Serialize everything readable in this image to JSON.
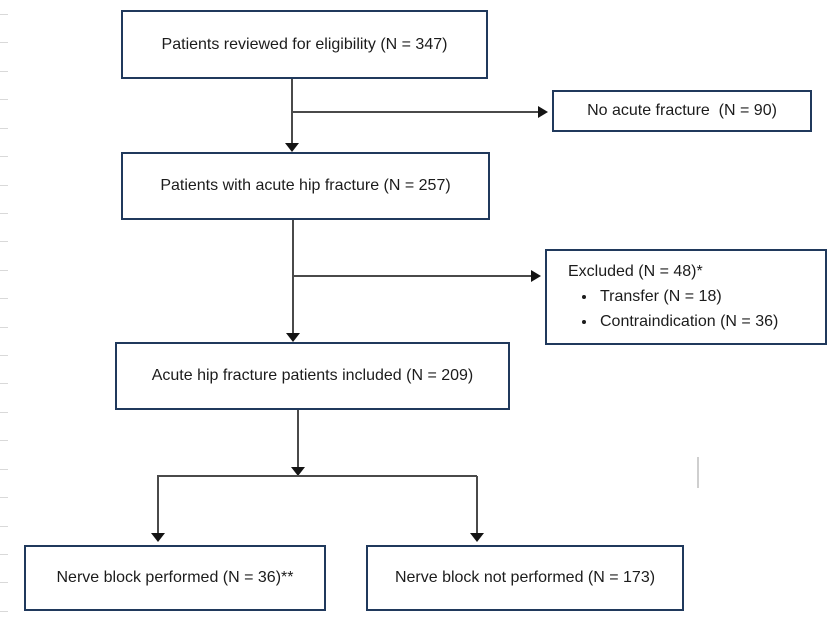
{
  "diagram": {
    "type": "flowchart",
    "colors": {
      "box_border": "#20395c",
      "connector_line": "#4a4a4a",
      "arrowhead": "#141414",
      "text": "#1c1c1c",
      "gridline_artifact": "#d9d9d9"
    },
    "boxes": {
      "eligibility": "Patients reviewed for eligibility (N = 347)",
      "no_acute_fracture": "No acute fracture  (N = 90)",
      "acute_hip_fracture": "Patients with acute hip fracture (N = 257)",
      "excluded_title": "Excluded (N = 48)*",
      "excluded_items": [
        "Transfer (N = 18)",
        "Contraindication (N = 36)"
      ],
      "included": "Acute hip fracture patients included (N = 209)",
      "nerve_block_performed": "Nerve block performed (N = 36)**",
      "nerve_block_not_performed": "Nerve block not performed (N = 173)"
    }
  }
}
